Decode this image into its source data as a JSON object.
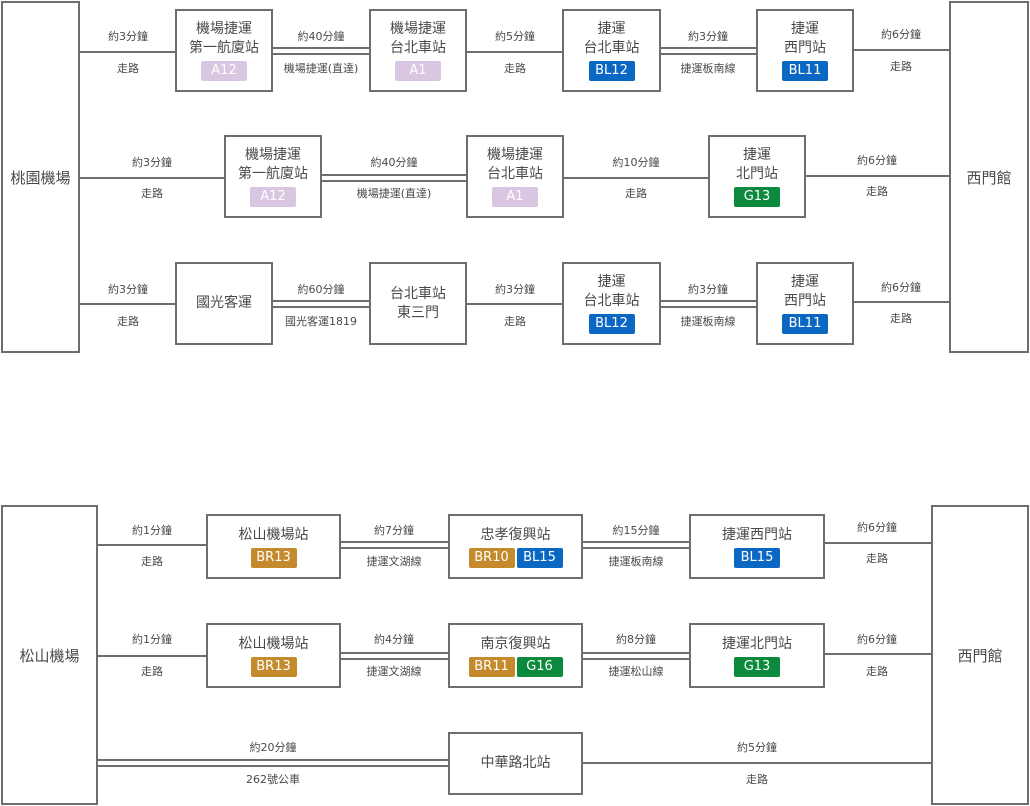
{
  "colors": {
    "line": "#6e6e6e",
    "airport_mrt": "#d9c6e1",
    "blue_line": "#0a68c4",
    "green_line": "#0b8a3e",
    "brown_line": "#c48a2c"
  },
  "terminals": {
    "taoyuan": "桃園機場",
    "songshan": "松山機場",
    "ximen_top": "西門館",
    "ximen_bottom": "西門館"
  },
  "stations": {
    "t1s1": {
      "line1": "機場捷運",
      "line2": "第一航廈站",
      "badge": "A12"
    },
    "t1s2": {
      "line1": "機場捷運",
      "line2": "台北車站",
      "badge": "A1"
    },
    "t1s3": {
      "line1": "捷運",
      "line2": "台北車站",
      "badge": "BL12"
    },
    "t1s4": {
      "line1": "捷運",
      "line2": "西門站",
      "badge": "BL11"
    },
    "t2s1": {
      "line1": "機場捷運",
      "line2": "第一航廈站",
      "badge": "A12"
    },
    "t2s2": {
      "line1": "機場捷運",
      "line2": "台北車站",
      "badge": "A1"
    },
    "t2s3": {
      "line1": "捷運",
      "line2": "北門站",
      "badge": "G13"
    },
    "t3s1": {
      "line1": "國光客運"
    },
    "t3s2": {
      "line1": "台北車站",
      "line2": "東三門"
    },
    "t3s3": {
      "line1": "捷運",
      "line2": "台北車站",
      "badge": "BL12"
    },
    "t3s4": {
      "line1": "捷運",
      "line2": "西門站",
      "badge": "BL11"
    },
    "b1s1": {
      "name": "松山機場站",
      "badge": "BR13"
    },
    "b1s2": {
      "name": "忠孝復興站",
      "badge": "BR10",
      "badge2": "BL15"
    },
    "b1s3": {
      "name": "捷運西門站",
      "badge": "BL15"
    },
    "b2s1": {
      "name": "松山機場站",
      "badge": "BR13"
    },
    "b2s2": {
      "name": "南京復興站",
      "badge": "BR11",
      "badge2": "G16"
    },
    "b2s3": {
      "name": "捷運北門站",
      "badge": "G13"
    },
    "b3s1": {
      "name": "中華路北站"
    }
  },
  "segments": {
    "t1": [
      {
        "time": "約3分鐘",
        "mode": "走路"
      },
      {
        "time": "約40分鐘",
        "mode": "機場捷運(直達)"
      },
      {
        "time": "約5分鐘",
        "mode": "走路"
      },
      {
        "time": "約3分鐘",
        "mode": "捷運板南線"
      },
      {
        "time": "約6分鐘",
        "mode": "走路"
      }
    ],
    "t2": [
      {
        "time": "約3分鐘",
        "mode": "走路"
      },
      {
        "time": "約40分鐘",
        "mode": "機場捷運(直達)"
      },
      {
        "time": "約10分鐘",
        "mode": "走路"
      },
      {
        "time": "約6分鐘",
        "mode": "走路"
      }
    ],
    "t3": [
      {
        "time": "約3分鐘",
        "mode": "走路"
      },
      {
        "time": "約60分鐘",
        "mode": "國光客運1819"
      },
      {
        "time": "約3分鐘",
        "mode": "走路"
      },
      {
        "time": "約3分鐘",
        "mode": "捷運板南線"
      },
      {
        "time": "約6分鐘",
        "mode": "走路"
      }
    ],
    "b1": [
      {
        "time": "約1分鐘",
        "mode": "走路"
      },
      {
        "time": "約7分鐘",
        "mode": "捷運文湖線"
      },
      {
        "time": "約15分鐘",
        "mode": "捷運板南線"
      },
      {
        "time": "約6分鐘",
        "mode": "走路"
      }
    ],
    "b2": [
      {
        "time": "約1分鐘",
        "mode": "走路"
      },
      {
        "time": "約4分鐘",
        "mode": "捷運文湖線"
      },
      {
        "time": "約8分鐘",
        "mode": "捷運松山線"
      },
      {
        "time": "約6分鐘",
        "mode": "走路"
      }
    ],
    "b3": [
      {
        "time": "約20分鐘",
        "mode": "262號公車"
      },
      {
        "time": "約5分鐘",
        "mode": "走路"
      }
    ]
  }
}
